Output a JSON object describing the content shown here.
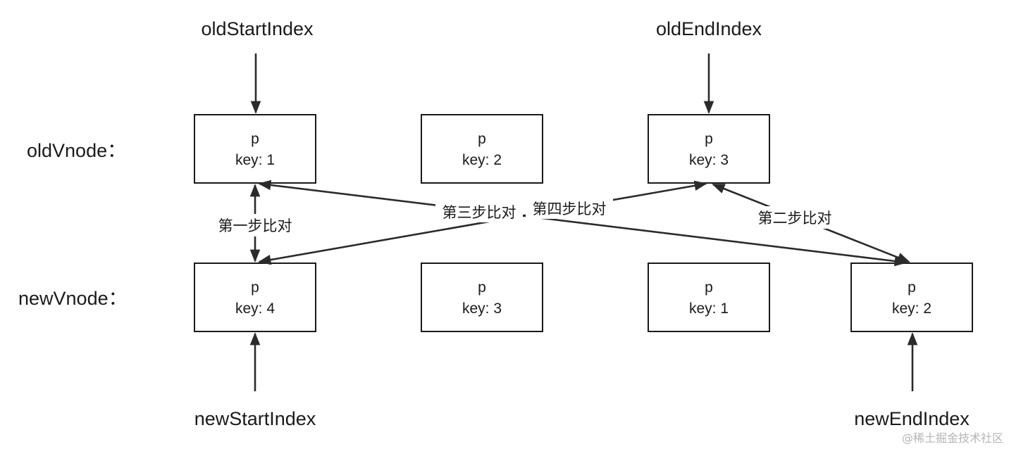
{
  "pointers": {
    "old_start": "oldStartIndex",
    "old_end": "oldEndIndex",
    "new_start": "newStartIndex",
    "new_end": "newEndIndex"
  },
  "rows": {
    "old_label": "oldVnode：",
    "new_label": "newVnode："
  },
  "old_nodes": [
    {
      "tag": "p",
      "key": "key: 1"
    },
    {
      "tag": "p",
      "key": "key: 2"
    },
    {
      "tag": "p",
      "key": "key: 3"
    }
  ],
  "new_nodes": [
    {
      "tag": "p",
      "key": "key: 4"
    },
    {
      "tag": "p",
      "key": "key: 3"
    },
    {
      "tag": "p",
      "key": "key: 1"
    },
    {
      "tag": "p",
      "key": "key: 2"
    }
  ],
  "steps": {
    "step1": "第一步比对",
    "step2": "第二步比对",
    "step3": "第三步比对",
    "step4": "第四步比对"
  },
  "watermark": "@稀土掘金技术社区"
}
